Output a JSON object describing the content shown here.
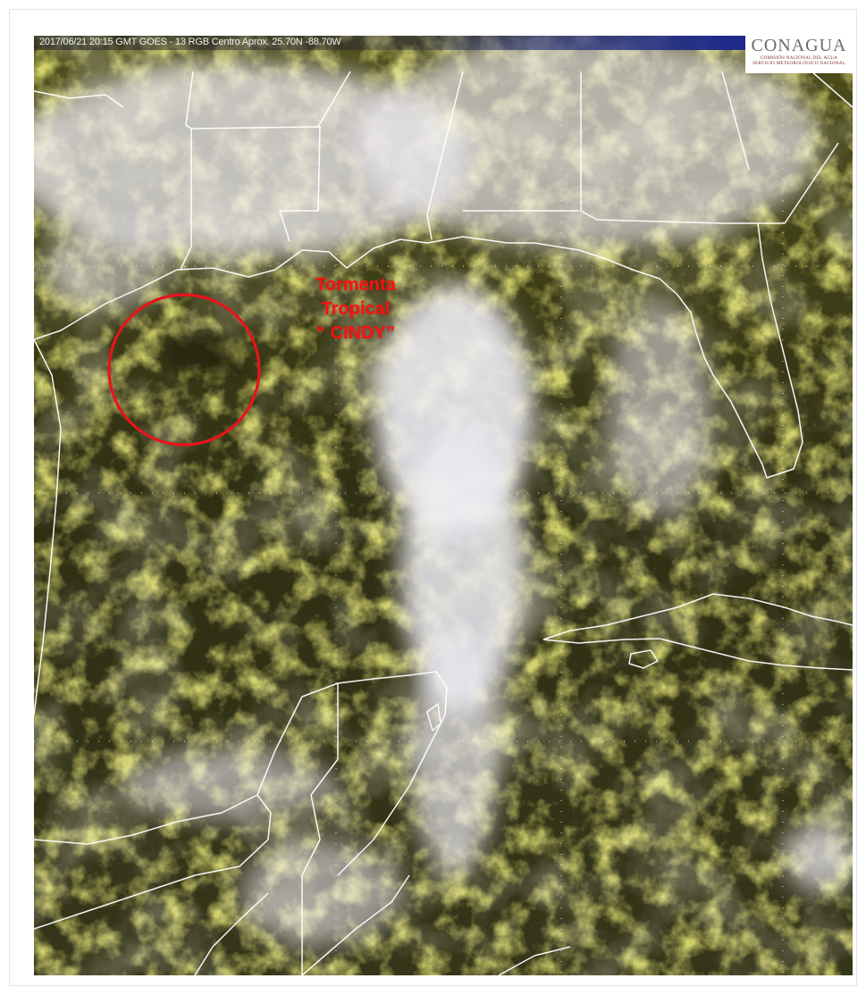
{
  "header": {
    "text": "2017/06/21 20:15 GMT GOES - 13 RGB Centro Aprox. 25.70N -88.70W"
  },
  "logo": {
    "name": "CONAGUA",
    "line1": "COMISIÓN NACIONAL DEL AGUA",
    "line2": "SERVICIO METEOROLÓGICO NACIONAL"
  },
  "annotation": {
    "line1": "Tormenta",
    "line2": "Tropical",
    "line3": "“ CINDY”"
  },
  "colors": {
    "storm_circle": "#e8141c",
    "annotation_text": "#ff1010",
    "land_outline": "#ffffff",
    "cloud_yellow": "#d8d64a",
    "dark_surface": "#2d2d12"
  }
}
